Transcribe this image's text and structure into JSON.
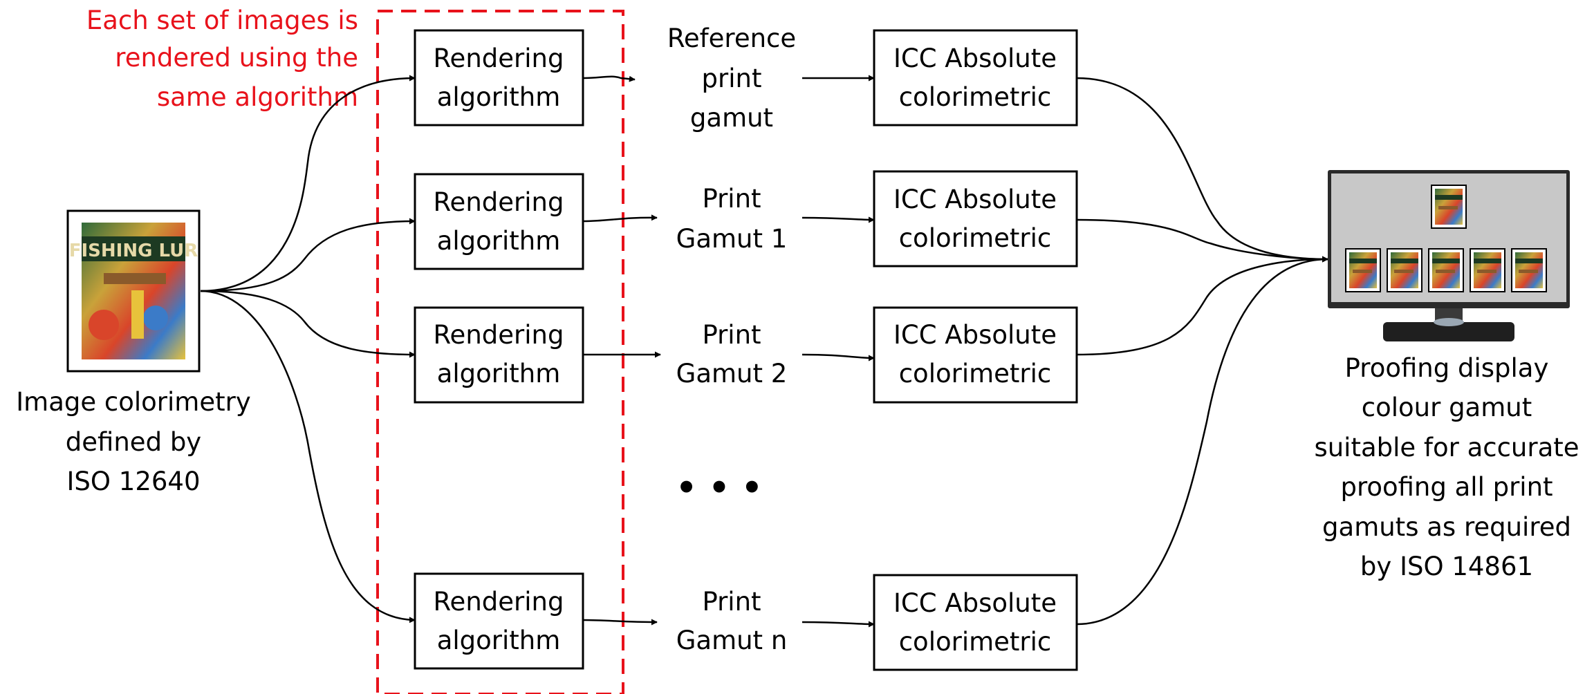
{
  "annotation": {
    "lines": [
      "Each set of images is",
      "rendered using the",
      "same algorithm"
    ],
    "color": "#e8121b"
  },
  "source": {
    "caption_lines": [
      "Image colorimetry",
      "defined by",
      "ISO 12640"
    ],
    "thumbnail_text": "FISHING LUR"
  },
  "rows": [
    {
      "algorithm_lines": [
        "Rendering",
        "algorithm"
      ],
      "gamut_lines": [
        "Reference",
        "print",
        "gamut"
      ],
      "transform_lines": [
        "ICC Absolute",
        "colorimetric"
      ]
    },
    {
      "algorithm_lines": [
        "Rendering",
        "algorithm"
      ],
      "gamut_lines": [
        "Print",
        "Gamut 1"
      ],
      "transform_lines": [
        "ICC Absolute",
        "colorimetric"
      ]
    },
    {
      "algorithm_lines": [
        "Rendering",
        "algorithm"
      ],
      "gamut_lines": [
        "Print",
        "Gamut 2"
      ],
      "transform_lines": [
        "ICC Absolute",
        "colorimetric"
      ]
    },
    {
      "algorithm_lines": [
        "Rendering",
        "algorithm"
      ],
      "gamut_lines": [
        "Print",
        "Gamut n"
      ],
      "transform_lines": [
        "ICC Absolute",
        "colorimetric"
      ]
    }
  ],
  "ellipsis": "• • •",
  "display": {
    "caption_lines": [
      "Proofing display",
      "colour gamut",
      "suitable for accurate",
      "proofing all print",
      "gamuts as required",
      "by ISO 14861"
    ],
    "screen_color": "#c8c8c8",
    "bezel_color": "#2a2a2a"
  }
}
